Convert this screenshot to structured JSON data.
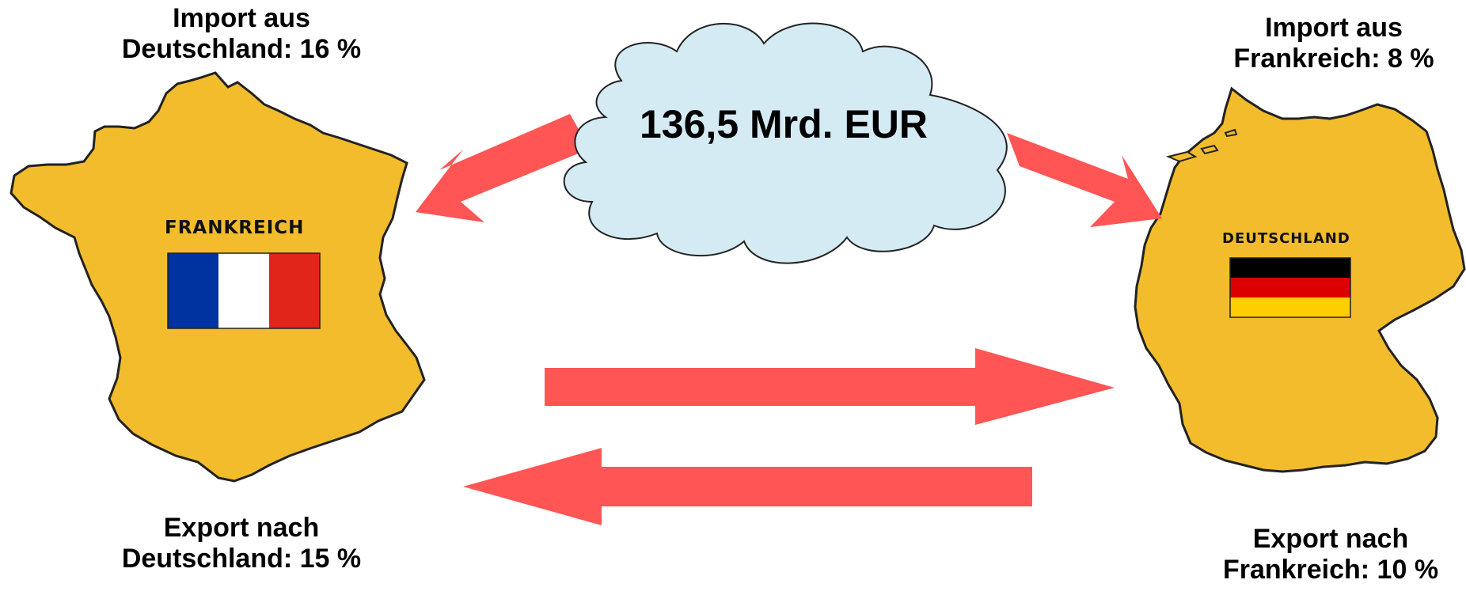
{
  "trade_volume": "136,5 Mrd. EUR",
  "france": {
    "name": "FRANKREICH",
    "import_label": "Import aus",
    "import_value": "Deutschland: 16 %",
    "export_label": "Export nach",
    "export_value": "Deutschland: 15 %",
    "flag_colors": [
      "#0033a0",
      "#ffffff",
      "#e1251b"
    ],
    "map_color": "#f2bc2c"
  },
  "germany": {
    "name": "DEUTSCHLAND",
    "import_label": "Import aus",
    "import_value": "Frankreich: 8 %",
    "export_label": "Export nach",
    "export_value": "Frankreich: 10 %",
    "flag_colors": [
      "#000000",
      "#dd0000",
      "#ffce00"
    ],
    "map_color": "#f2bc2c"
  },
  "colors": {
    "arrow": "#ff5555",
    "cloud_fill": "#d4ebf3"
  }
}
